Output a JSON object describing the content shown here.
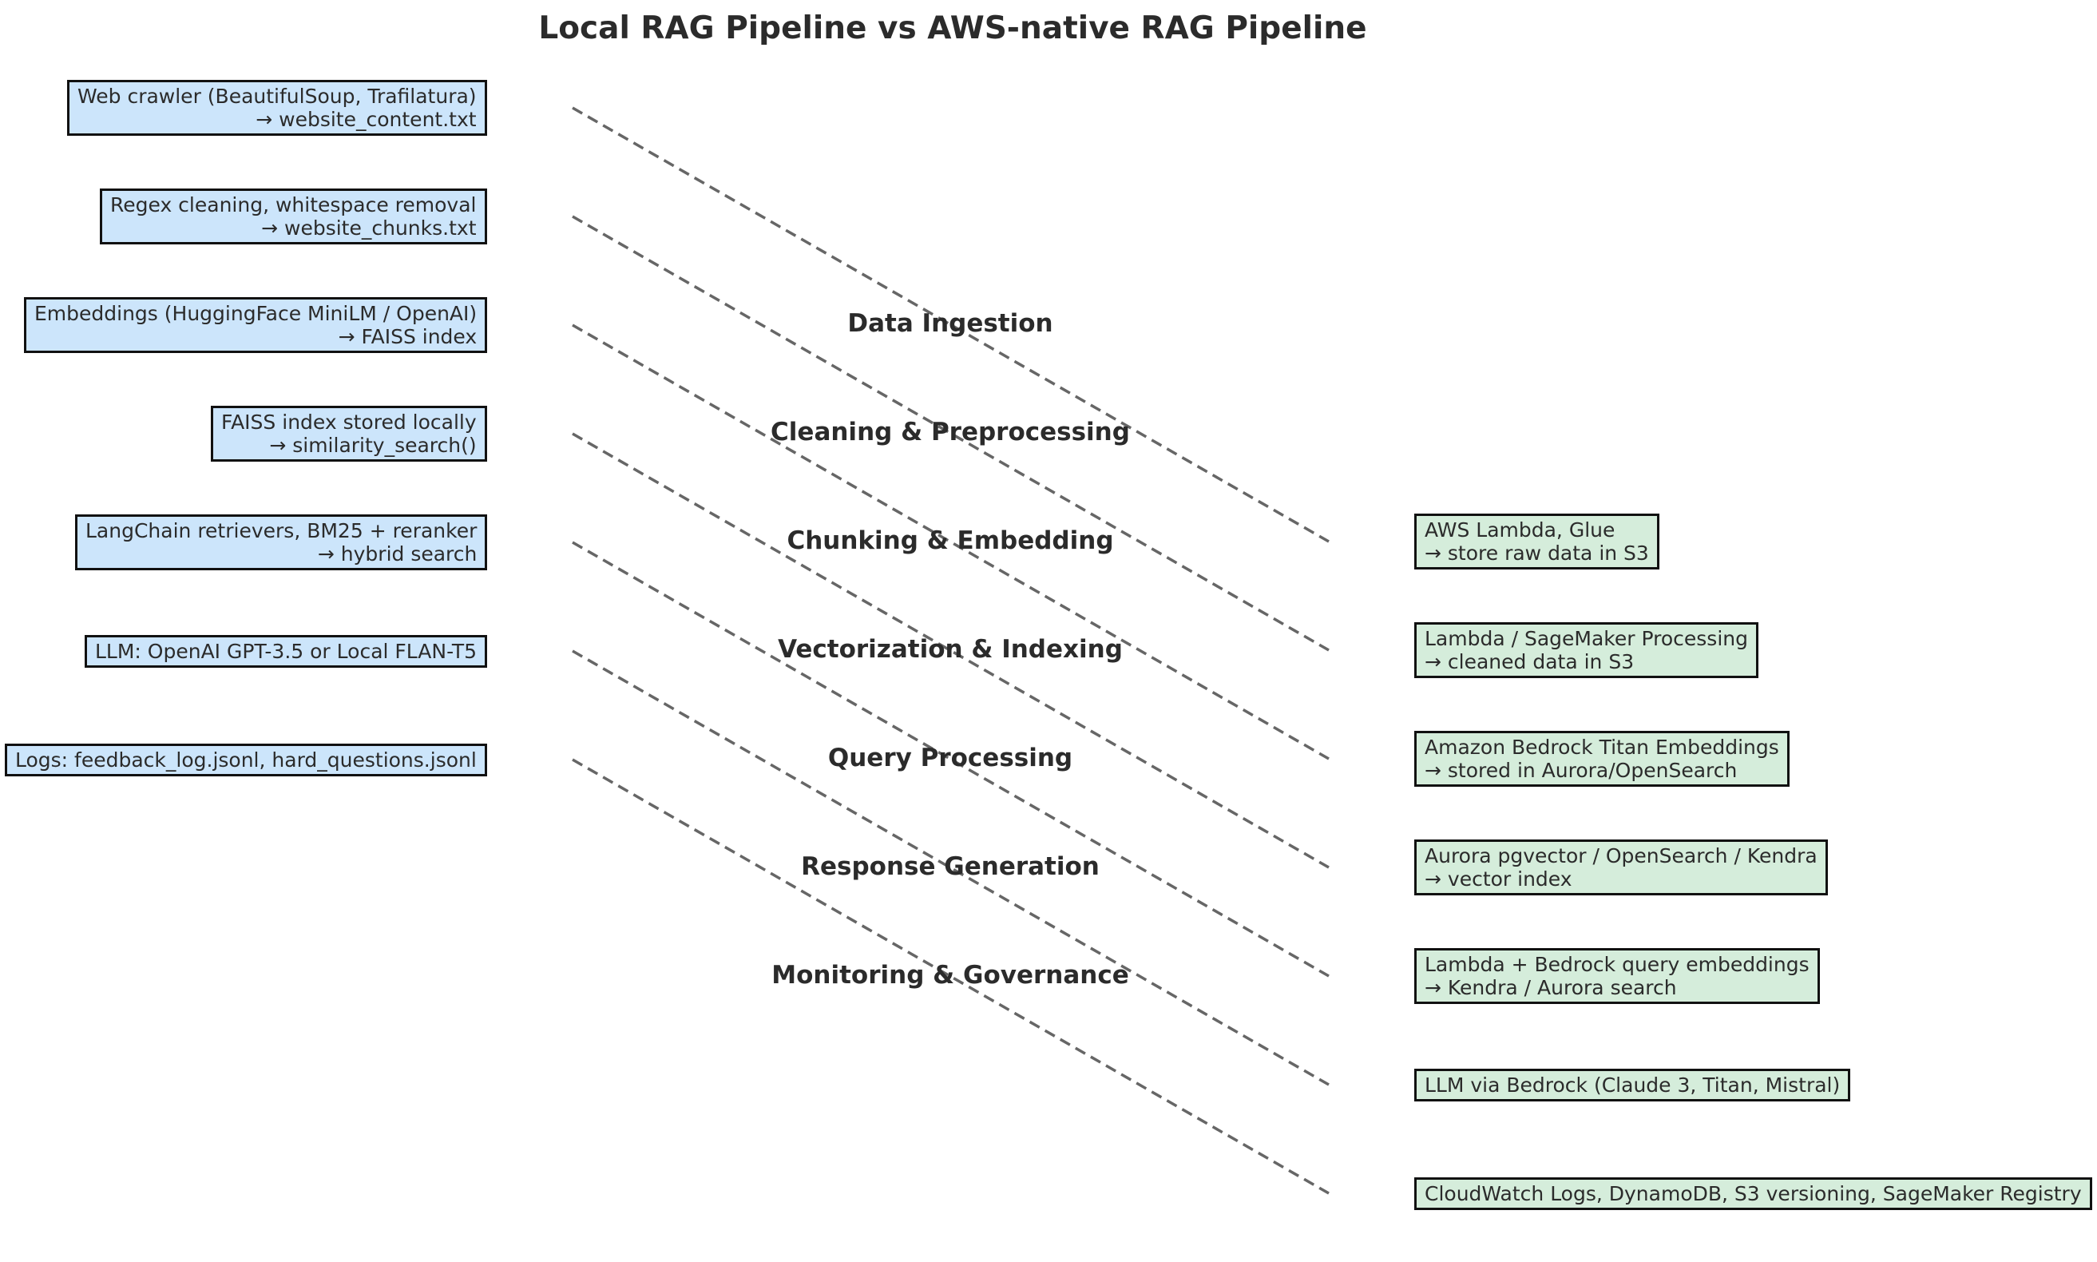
{
  "title": "Local RAG Pipeline vs AWS-native RAG Pipeline",
  "stages": [
    {
      "label": "Data Ingestion",
      "local": [
        "Web crawler (BeautifulSoup, Trafilatura)",
        "→ website_content.txt"
      ],
      "aws": [
        "AWS Lambda, Glue",
        "→ store raw data in S3"
      ]
    },
    {
      "label": "Cleaning & Preprocessing",
      "local": [
        "Regex cleaning, whitespace removal",
        "→ website_chunks.txt"
      ],
      "aws": [
        "Lambda / SageMaker Processing",
        "→ cleaned data in S3"
      ]
    },
    {
      "label": "Chunking & Embedding",
      "local": [
        "Embeddings (HuggingFace MiniLM / OpenAI)",
        "→ FAISS index"
      ],
      "aws": [
        "Amazon Bedrock Titan Embeddings",
        "→ stored in Aurora/OpenSearch"
      ]
    },
    {
      "label": "Vectorization & Indexing",
      "local": [
        "FAISS index stored locally",
        "→ similarity_search()"
      ],
      "aws": [
        "Aurora pgvector / OpenSearch / Kendra",
        "→ vector index"
      ]
    },
    {
      "label": "Query Processing",
      "local": [
        "LangChain retrievers, BM25 + reranker",
        "→ hybrid search"
      ],
      "aws": [
        "Lambda + Bedrock query embeddings",
        "→ Kendra / Aurora search"
      ]
    },
    {
      "label": "Response Generation",
      "local": [
        "LLM: OpenAI GPT-3.5 or Local FLAN-T5"
      ],
      "aws": [
        "LLM via Bedrock (Claude 3, Titan, Mistral)"
      ]
    },
    {
      "label": "Monitoring & Governance",
      "local": [
        "Logs: feedback_log.jsonl, hard_questions.jsonl"
      ],
      "aws": [
        "CloudWatch Logs, DynamoDB, S3 versioning, SageMaker Registry"
      ]
    }
  ],
  "colors": {
    "local_fill": "#cce5fb",
    "aws_fill": "#d5eddb",
    "connector": "#666666"
  }
}
